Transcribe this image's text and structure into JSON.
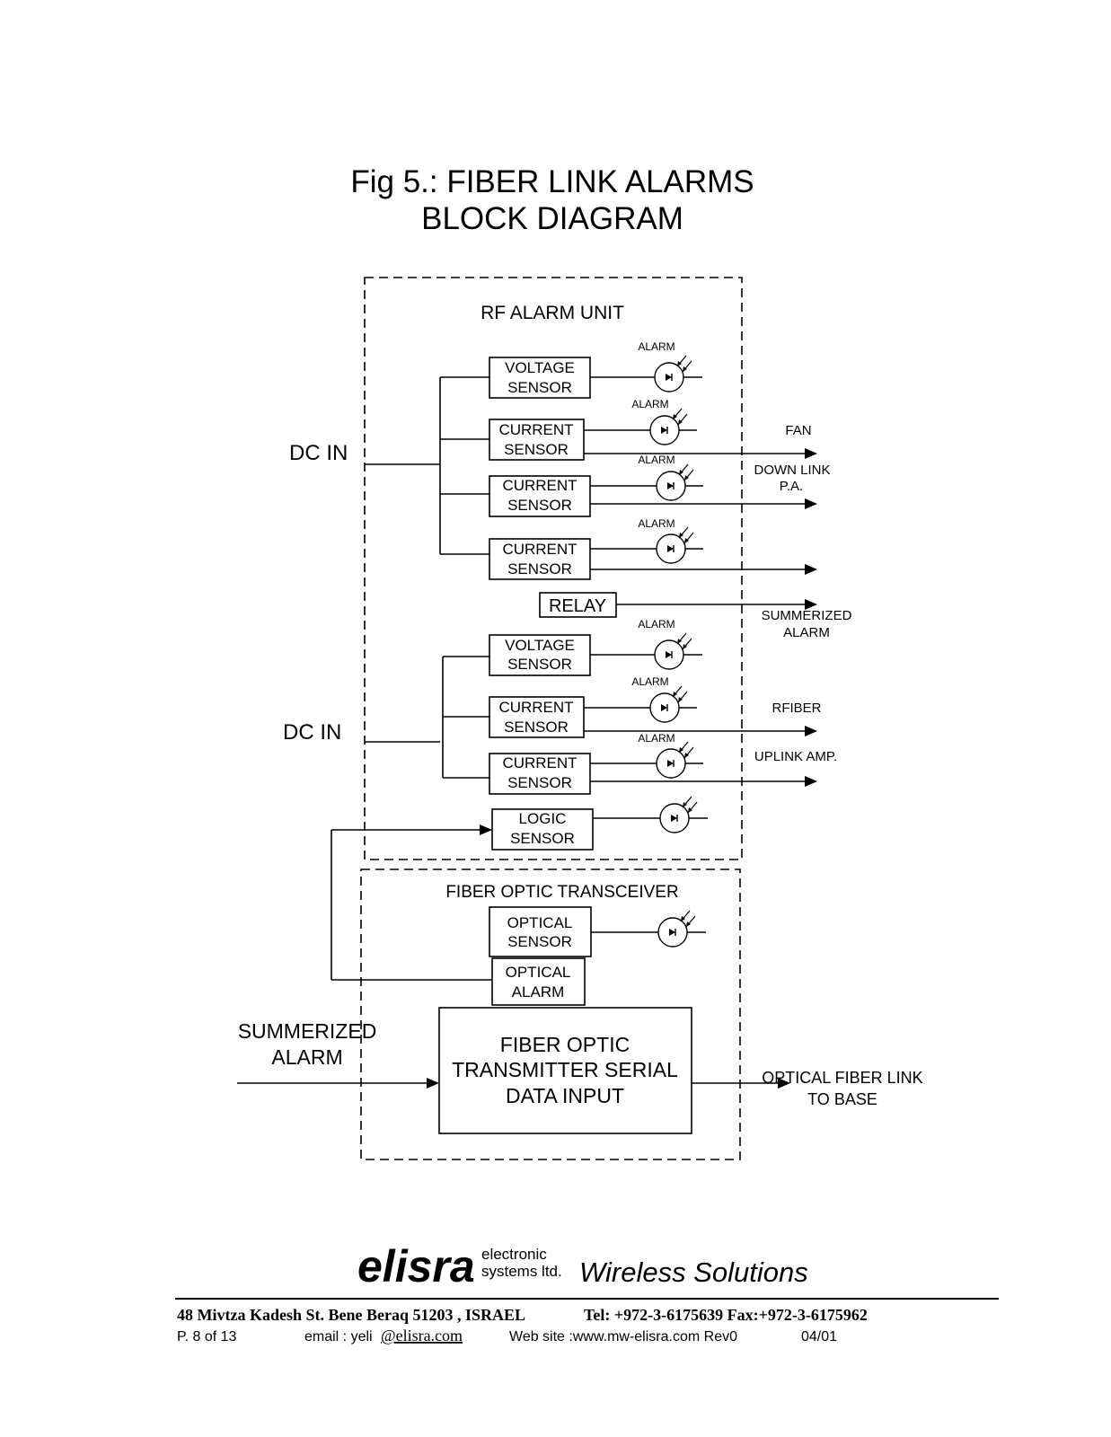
{
  "title": {
    "line1": "Fig 5.: FIBER LINK ALARMS",
    "line2": "BLOCK DIAGRAM"
  },
  "rf_unit": {
    "label": "RF ALARM UNIT",
    "dc_in_1": "DC IN",
    "dc_in_2": "DC IN",
    "alarm_label": "ALARM",
    "blocks": [
      {
        "line1": "VOLTAGE",
        "line2": "SENSOR"
      },
      {
        "line1": "CURRENT",
        "line2": "SENSOR"
      },
      {
        "line1": "CURRENT",
        "line2": "SENSOR"
      },
      {
        "line1": "CURRENT",
        "line2": "SENSOR"
      },
      {
        "line1": "RELAY",
        "line2": ""
      },
      {
        "line1": "VOLTAGE",
        "line2": "SENSOR"
      },
      {
        "line1": "CURRENT",
        "line2": "SENSOR"
      },
      {
        "line1": "CURRENT",
        "line2": "SENSOR"
      },
      {
        "line1": "LOGIC",
        "line2": "SENSOR"
      }
    ],
    "outputs": {
      "fan": "FAN",
      "down_link_1": "DOWN LINK",
      "down_link_2": "P.A.",
      "summ_1": "SUMMERIZED",
      "summ_2": "ALARM",
      "rfiber": "RFIBER",
      "uplink": "UPLINK AMP."
    }
  },
  "fiber_unit": {
    "label": "FIBER OPTIC TRANSCEIVER",
    "optical_sensor": {
      "line1": "OPTICAL",
      "line2": "SENSOR"
    },
    "optical_alarm": {
      "line1": "OPTICAL",
      "line2": "ALARM"
    },
    "transmitter": {
      "line1": "FIBER OPTIC",
      "line2": "TRANSMITTER SERIAL",
      "line3": "DATA INPUT"
    },
    "summ_in_1": "SUMMERIZED",
    "summ_in_2": "ALARM",
    "out_1": "OPTICAL FIBER LINK",
    "out_2": "TO BASE"
  },
  "footer": {
    "logo": "elisra",
    "logo_sub_1": "electronic",
    "logo_sub_2": "systems ltd.",
    "slogan": "Wireless Solutions",
    "address": "48 Mivtza Kadesh St. Bene Beraq 51203 , ISRAEL",
    "tel": "Tel: +972-3-6175639 Fax:+972-3-6175962",
    "page": "P. 8 of 13",
    "email_label": "email : yeli",
    "email_domain": "@elisra.com",
    "web": "Web site  :www.mw-elisra.com  Rev0",
    "date": "04/01"
  }
}
